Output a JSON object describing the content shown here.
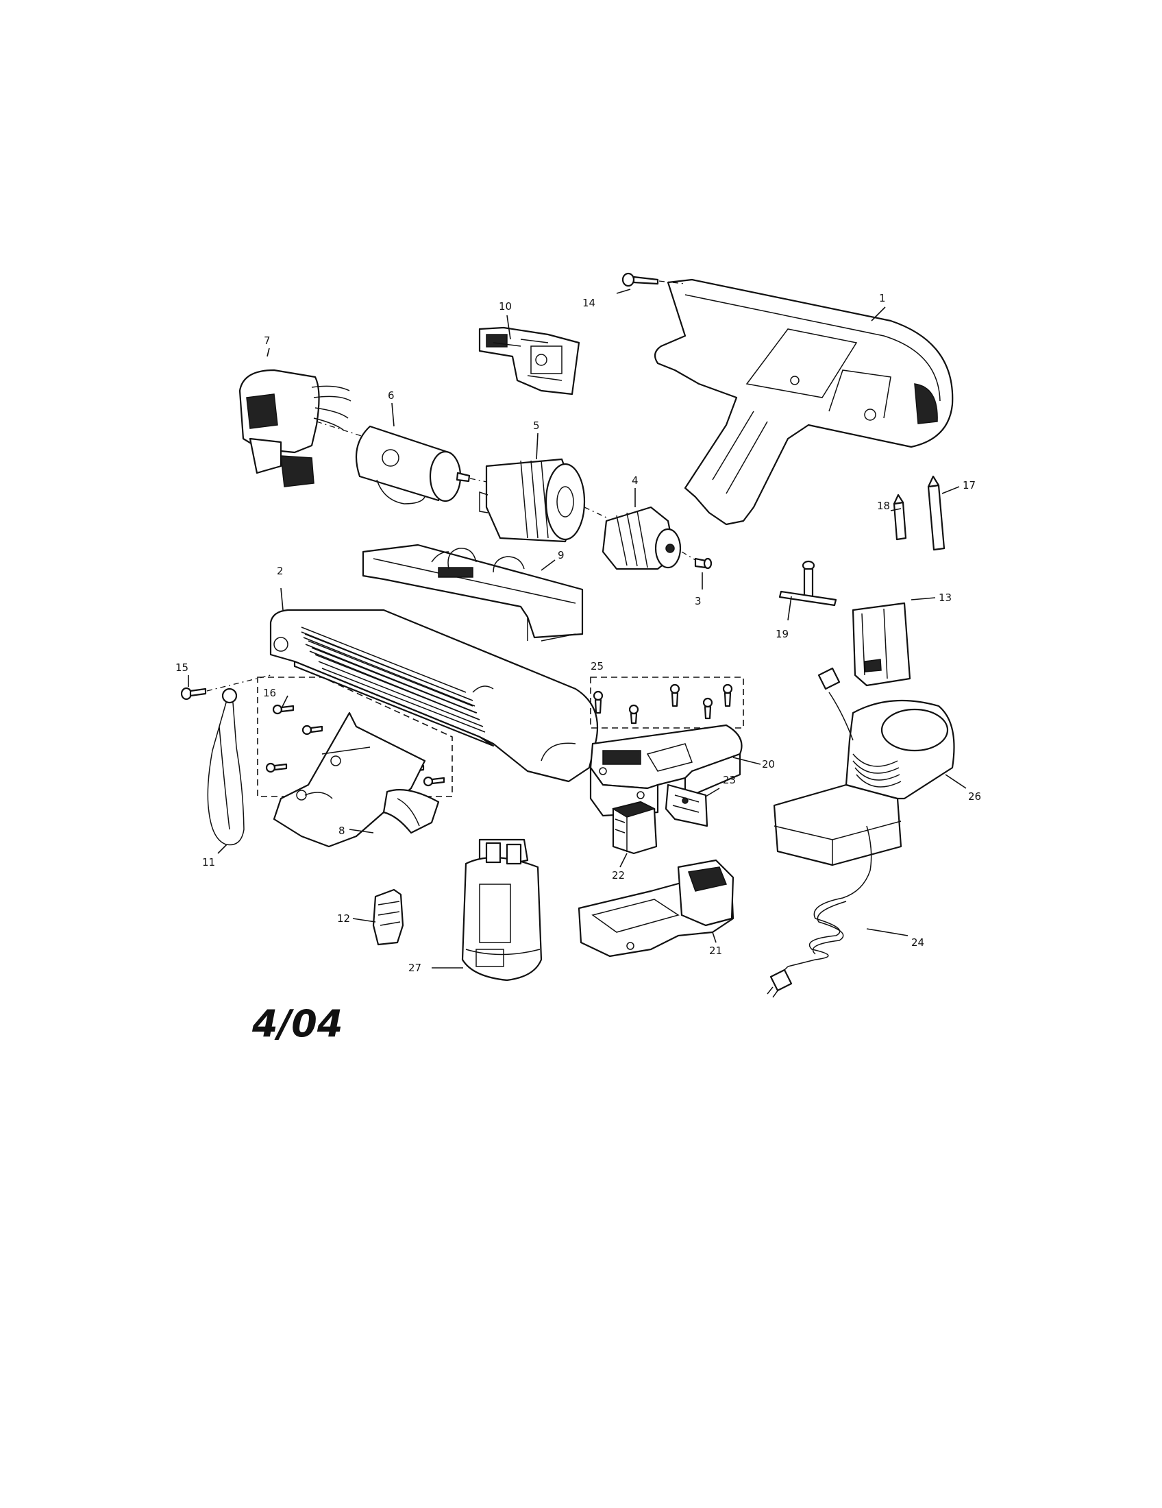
{
  "parts": [
    {
      "id": "p1",
      "label": "1"
    },
    {
      "id": "p2",
      "label": "2"
    },
    {
      "id": "p3",
      "label": "3"
    },
    {
      "id": "p4",
      "label": "4"
    },
    {
      "id": "p5",
      "label": "5"
    },
    {
      "id": "p6",
      "label": "6"
    },
    {
      "id": "p7",
      "label": "7"
    },
    {
      "id": "p8",
      "label": "8"
    },
    {
      "id": "p9",
      "label": "9"
    },
    {
      "id": "p10",
      "label": "10"
    },
    {
      "id": "p11",
      "label": "11"
    },
    {
      "id": "p12",
      "label": "12"
    },
    {
      "id": "p13",
      "label": "13"
    },
    {
      "id": "p14",
      "label": "14"
    },
    {
      "id": "p15",
      "label": "15"
    },
    {
      "id": "p16",
      "label": "16"
    },
    {
      "id": "p17",
      "label": "17"
    },
    {
      "id": "p18",
      "label": "18"
    },
    {
      "id": "p19",
      "label": "19"
    },
    {
      "id": "p20",
      "label": "20"
    },
    {
      "id": "p21",
      "label": "21"
    },
    {
      "id": "p22",
      "label": "22"
    },
    {
      "id": "p23",
      "label": "23"
    },
    {
      "id": "p24",
      "label": "24"
    },
    {
      "id": "p25",
      "label": "25"
    },
    {
      "id": "p26",
      "label": "26"
    },
    {
      "id": "p27",
      "label": "27"
    }
  ],
  "date_code": "4/04"
}
